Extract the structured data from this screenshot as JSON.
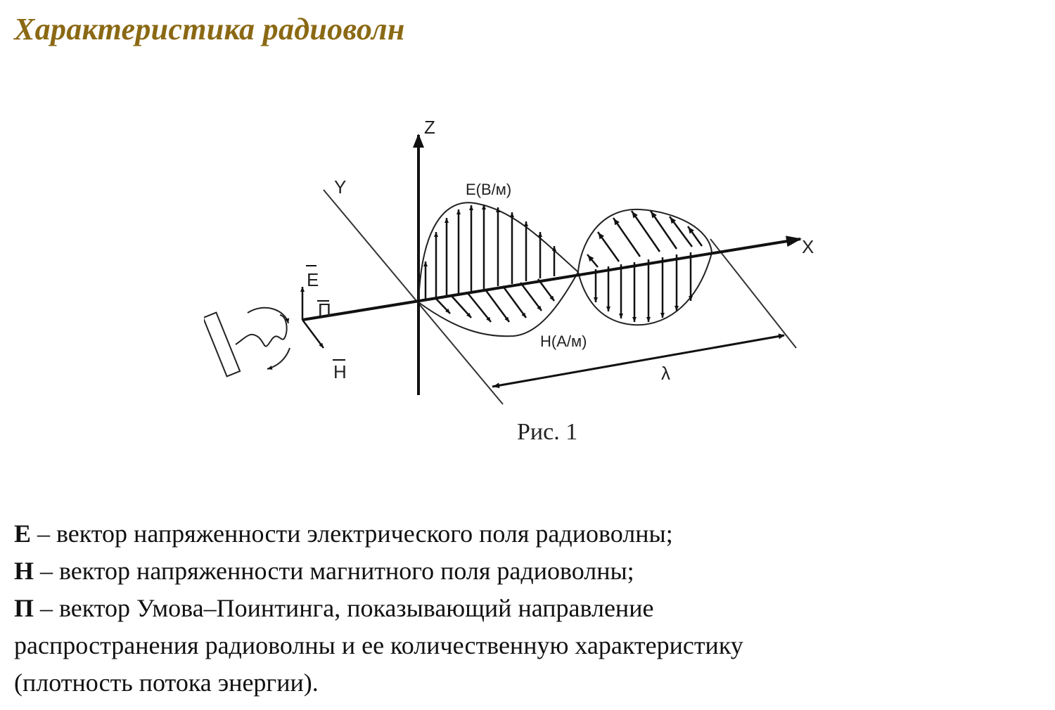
{
  "title": "Характеристика радиоволн",
  "figure": {
    "labels": {
      "z": "Z",
      "y": "Y",
      "x": "X",
      "e_wave": "E(В/м)",
      "h_wave": "H(А/м)",
      "e_vec": "E",
      "p_vec": "П",
      "h_vec": "H",
      "lambda": "λ"
    },
    "caption": "Рис. 1"
  },
  "legend": {
    "e": {
      "symbol": "E",
      "text": " – вектор напряженности электрического поля радиоволны;"
    },
    "h": {
      "symbol": "H",
      "text": " – вектор напряженности магнитного поля радиоволны;"
    },
    "p": {
      "symbol": "П",
      "text": " – вектор Умова–Поинтинга, показывающий направление"
    },
    "p_cont1": "распространения радиоволны и ее количественную характеристику",
    "p_cont2": "(плотность потока энергии)."
  }
}
